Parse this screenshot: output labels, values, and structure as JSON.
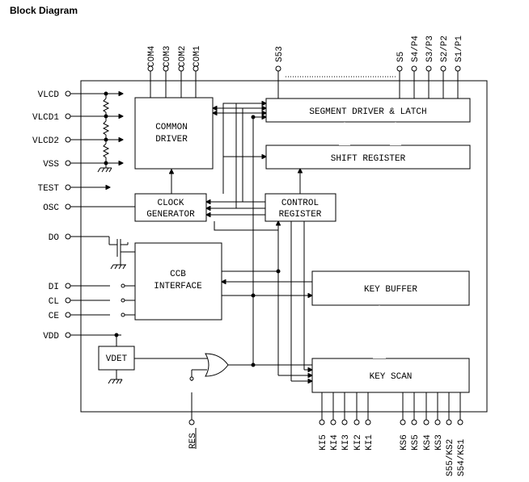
{
  "title": "Block Diagram",
  "blocks": {
    "common_driver": [
      "COMMON",
      "DRIVER"
    ],
    "segment_driver": "SEGMENT DRIVER & LATCH",
    "shift_register": "SHIFT REGISTER",
    "clock_generator": [
      "CLOCK",
      "GENERATOR"
    ],
    "control_register": [
      "CONTROL",
      "REGISTER"
    ],
    "ccb_interface": [
      "CCB",
      "INTERFACE"
    ],
    "key_buffer": "KEY BUFFER",
    "key_scan": "KEY SCAN",
    "vdet": "VDET"
  },
  "pins_left": [
    "VLCD",
    "VLCD1",
    "VLCD2",
    "VSS",
    "TEST",
    "OSC",
    "DO",
    "DI",
    "CL",
    "CE",
    "VDD"
  ],
  "pins_top_com": [
    "COM4",
    "COM3",
    "COM2",
    "COM1"
  ],
  "pins_top_seg": [
    "S53",
    "S5",
    "S4/P4",
    "S3/P3",
    "S2/P2",
    "S1/P1"
  ],
  "pins_bottom_ki": [
    "KI5",
    "KI4",
    "KI3",
    "KI2",
    "KI1"
  ],
  "pins_bottom_ks": [
    "KS6",
    "KS5",
    "KS4",
    "KS3",
    "S55/KS2",
    "S54/KS1"
  ],
  "pin_res": "RES"
}
